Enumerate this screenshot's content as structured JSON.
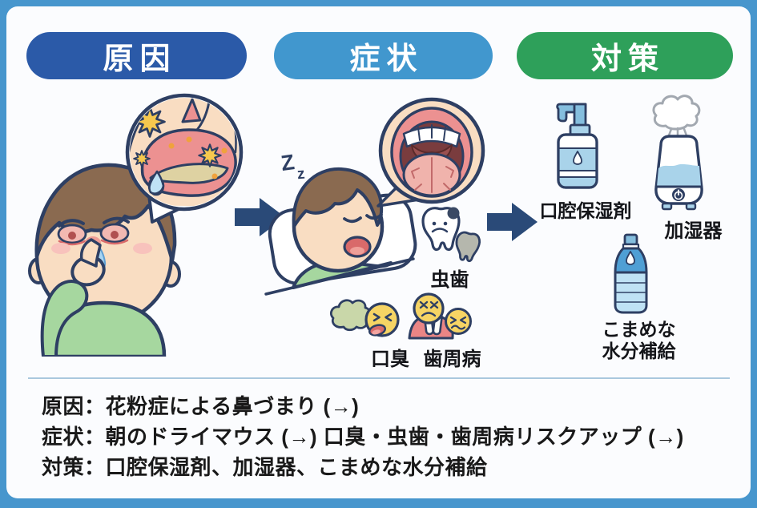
{
  "frame": {
    "background": "#4796cd",
    "card": "#fbfcfe"
  },
  "headers": {
    "cause": {
      "label": "原因",
      "color": "#2b5aa8"
    },
    "symptom": {
      "label": "症状",
      "color": "#4197ce"
    },
    "measure": {
      "label": "対策",
      "color": "#2ea05a"
    }
  },
  "symptom_section": {
    "sleep_z_large": "Z",
    "sleep_z_small": "z",
    "cavity_label": "虫歯",
    "bad_breath_label": "口臭",
    "periodontal_label": "歯周病"
  },
  "measure_section": {
    "oral_moisturizer_label": "口腔保湿剤",
    "humidifier_label": "加湿器",
    "hydration_label_line1": "こまめな",
    "hydration_label_line2": "水分補給"
  },
  "arrows": {
    "color": "#2a4a78"
  },
  "summary": {
    "lines": [
      "原因：花粉症による鼻づまり (→)",
      "症状：朝のドライマウス (→) 口臭・虫歯・歯周病リスクアップ (→)",
      "対策：口腔保湿剤、加湿器、こまめな水分補給"
    ]
  }
}
